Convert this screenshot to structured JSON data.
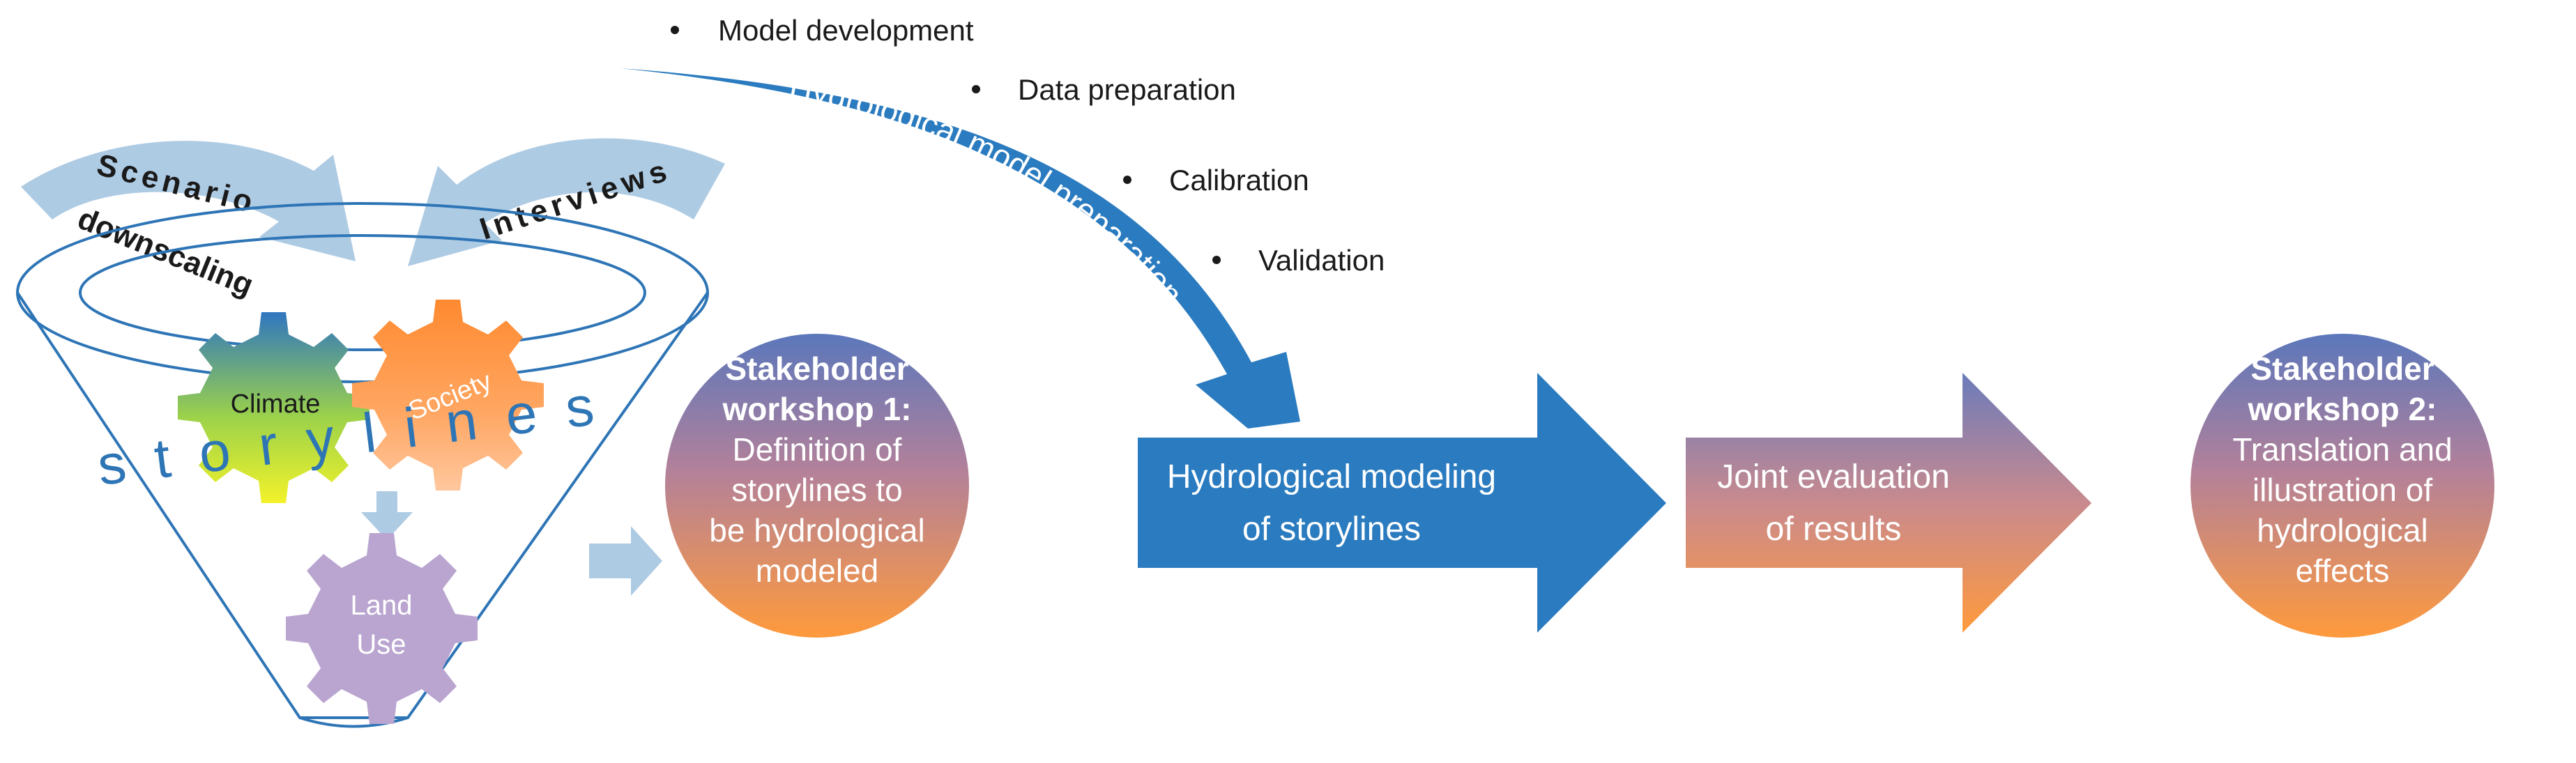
{
  "scenario_arrow": {
    "line1": "Scenario",
    "line2": "downscaling"
  },
  "interviews_arrow": {
    "label": "Interviews"
  },
  "funnel": {
    "storylines": "storylines"
  },
  "gears": {
    "climate": "Climate",
    "society": "Society",
    "landuse_line1": "Land",
    "landuse_line2": "Use"
  },
  "workshop1": {
    "lines": [
      "Stakeholder",
      "workshop 1:",
      "Definition of",
      "storylines to",
      "be hydrological",
      "modeled"
    ]
  },
  "model_prep": {
    "label": "Hydrological model preparation",
    "bullets": [
      "Model development",
      "Data preparation",
      "Calibration",
      "Validation"
    ]
  },
  "modeling_arrow": {
    "line1": "Hydrological modeling",
    "line2": "of storylines"
  },
  "evaluation_arrow": {
    "line1": "Joint evaluation",
    "line2": "of results"
  },
  "workshop2": {
    "lines": [
      "Stakeholder",
      "workshop 2:",
      "Translation and",
      "illustration of",
      "hydrological",
      "effects"
    ]
  },
  "colors": {
    "light_arrow": "#aecbe4",
    "funnel_line": "#2e75b6",
    "blue_arrow": "#2a7bbf",
    "orange": "#ff9a3c",
    "purple": "#7a6fb3",
    "gear_purple": "#b9a5d0",
    "storyline_text": "#2e75b6"
  }
}
